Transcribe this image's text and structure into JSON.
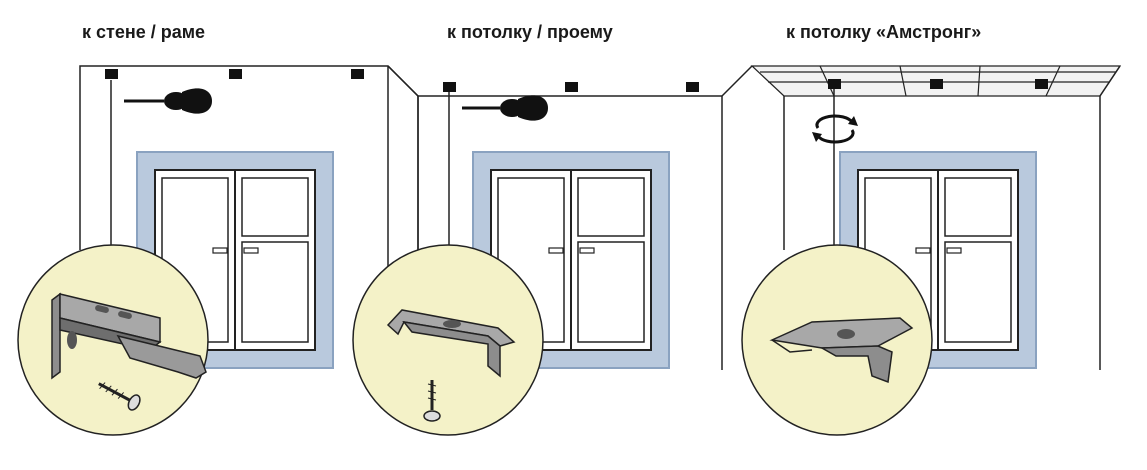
{
  "panels": [
    {
      "title": "к стене / раме"
    },
    {
      "title": "к потолку / проему"
    },
    {
      "title": "к потолку «Амстронг»"
    }
  ],
  "colors": {
    "window_frame": "#b9c9dd",
    "window_frame_stroke": "#8aa2c0",
    "circle_fill": "#f4f2c8",
    "line": "#222222",
    "bracket": "#6e6e6e"
  }
}
